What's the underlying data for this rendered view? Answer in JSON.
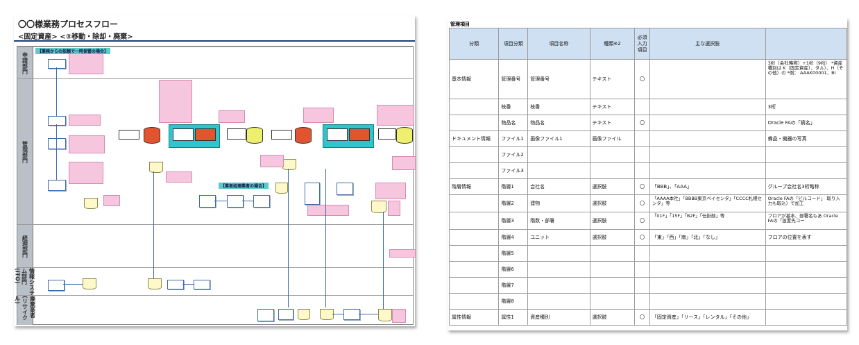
{
  "flow": {
    "title": "〇〇様業務プロセスフロー",
    "subtitle": "<固定資産> <③移動・除却・廃棄>",
    "section_banners": [
      "【業務からの依頼で一時保管の場合】",
      "【業者処理業者の場合】"
    ],
    "lanes": [
      {
        "label": "申請部門"
      },
      {
        "label": "管理部門"
      },
      {
        "label": "経理部門"
      },
      {
        "label": "情報システム部門(ITO)"
      },
      {
        "label": "廃棄業者(リサイクル)"
      }
    ],
    "colors": {
      "lane_header": "#b9c0c8",
      "banner": "#5ec9c8",
      "note": "#f5c6de",
      "db_red": "#e2542f",
      "db_yellow": "#efef6e",
      "frame": "#2ec5cc",
      "link": "#3d6aa8"
    }
  },
  "table": {
    "caption": "管理項目",
    "headers": [
      "分類",
      "項目分類",
      "項目名称",
      "種類※2",
      "必須入力項目",
      "主な選択肢",
      ""
    ],
    "rows": [
      [
        "基本情報",
        "管理番号",
        "管理番号",
        "テキスト",
        "〇",
        "",
        "3桁（会社略称）+1桁（9桁）\n*資産種別は K（固定資産）、タル）、H（その他）の\n*例： AAAK00001、BI"
      ],
      [
        "",
        "枝番",
        "枝番",
        "テキスト",
        "",
        "",
        "3桁"
      ],
      [
        "",
        "物品名",
        "物品名",
        "テキスト",
        "〇",
        "",
        "Oracle FAの「摘名」"
      ],
      [
        "ドキュメント情報",
        "ファイル1",
        "画像ファイル1",
        "画像ファイル",
        "",
        "",
        "備品・機器の写真"
      ],
      [
        "",
        "ファイル2",
        "",
        "",
        "",
        "",
        ""
      ],
      [
        "",
        "ファイル3",
        "",
        "",
        "",
        "",
        ""
      ],
      [
        "階層情報",
        "階層1",
        "会社名",
        "選択肢",
        "〇",
        "「BBB」、「AAA」",
        "グループ会社名3桁略称"
      ],
      [
        "",
        "階層2",
        "建物",
        "選択肢",
        "〇",
        "「AAAA本社」「BBBB東京ベイセンタ」「CCCC札幌センタ」等",
        "Oracle FAの「ビルコード」\n取り入力も取込）で加工"
      ],
      [
        "",
        "階層3",
        "階数・部署",
        "選択肢",
        "〇",
        "「01F」「15F」「B2F」「仕掛部」等",
        "フロアが基本、部署名もあ\nOracle FAの「設置先コー"
      ],
      [
        "",
        "階層4",
        "ユニット",
        "選択肢",
        "〇",
        "「東」「西」「南」「北」「なし」",
        "フロアの位置を表す"
      ],
      [
        "",
        "階層5",
        "",
        "",
        "",
        "",
        ""
      ],
      [
        "",
        "階層6",
        "",
        "",
        "",
        "",
        ""
      ],
      [
        "",
        "階層7",
        "",
        "",
        "",
        "",
        ""
      ],
      [
        "",
        "階層8",
        "",
        "",
        "",
        "",
        ""
      ],
      [
        "属性情報",
        "属性1",
        "資産種別",
        "選択肢",
        "〇",
        "「固定資産」「リース」「レンタル」「その他」",
        ""
      ]
    ]
  }
}
